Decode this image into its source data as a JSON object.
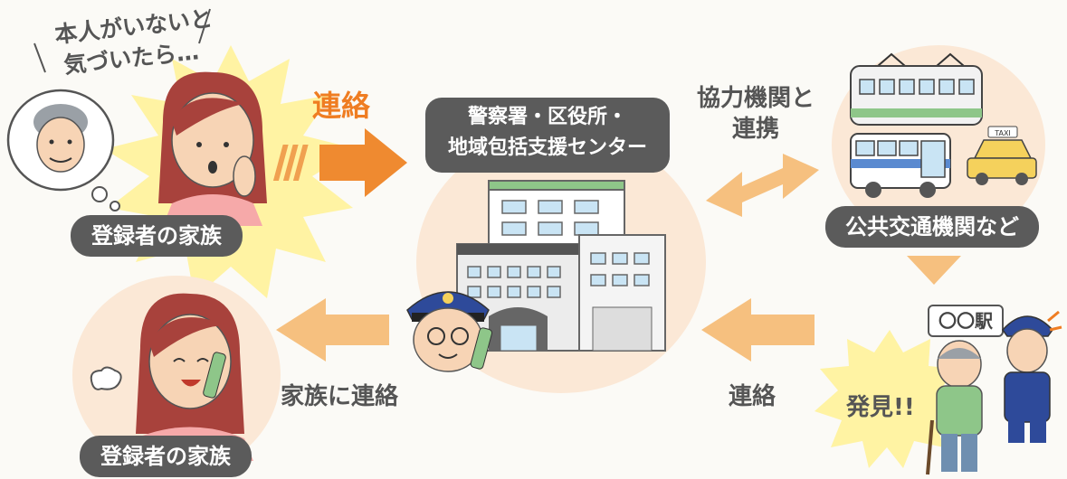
{
  "thought": {
    "line1": "本人がいないと",
    "line2": "気づいたら…"
  },
  "family_top_label": "登録者の家族",
  "family_bottom_label": "登録者の家族",
  "contact_arrow_label": "連絡",
  "center": {
    "title_line1": "警察署・区役所・",
    "title_line2": "地域包括支援センター"
  },
  "cooperation": {
    "line1": "協力機関と",
    "line2": "連携"
  },
  "transport_label": "公共交通機関など",
  "taxi_sign": "TAXI",
  "station_sign": "〇〇駅",
  "found_label": "発見!!",
  "return_contact_label": "連絡",
  "family_contact_label": "家族に連絡",
  "colors": {
    "orange": "#f0a050",
    "dark_orange": "#ef7d22",
    "pill": "#5b5b5b",
    "peach": "#fbe8d6",
    "yellow": "#fff3a3"
  }
}
